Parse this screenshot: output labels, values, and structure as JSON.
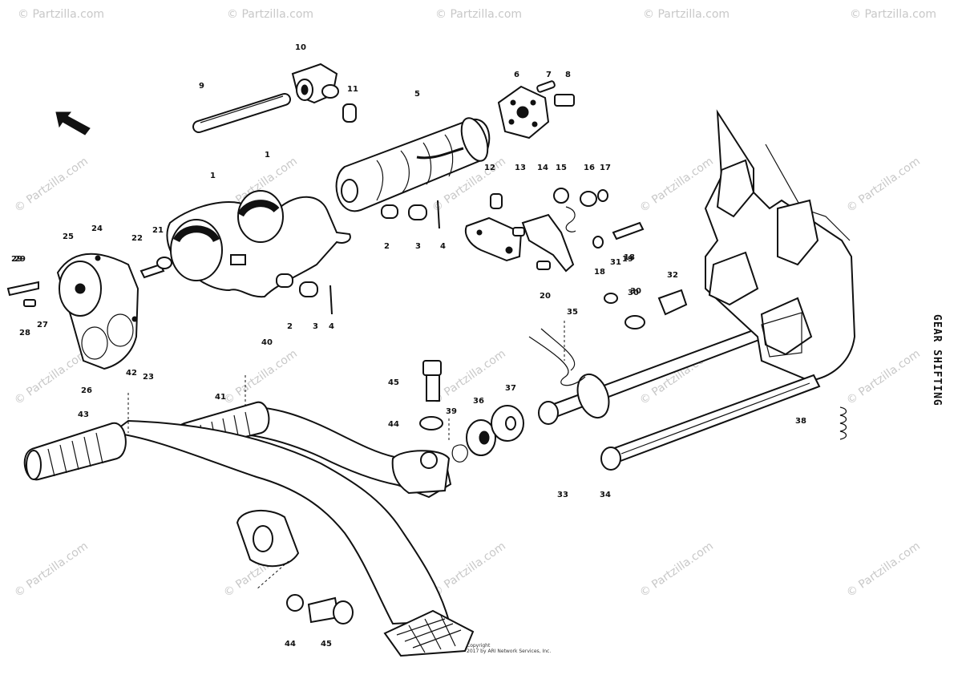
{
  "diagram": {
    "title": "GEAR SHIFTING",
    "copyright_line1": "Copyright",
    "copyright_line2": "2017 by ARI Network Services, Inc.",
    "watermark_text": "© Partzilla.com",
    "ink_color": "#111111",
    "watermark_color": "#c8c8c8",
    "callouts": [
      {
        "id": "c1",
        "text": "1"
      },
      {
        "id": "c2",
        "text": "1"
      },
      {
        "id": "c3",
        "text": "2"
      },
      {
        "id": "c4",
        "text": "3"
      },
      {
        "id": "c5",
        "text": "4"
      },
      {
        "id": "c6",
        "text": "2"
      },
      {
        "id": "c7",
        "text": "3"
      },
      {
        "id": "c8",
        "text": "4"
      },
      {
        "id": "c9",
        "text": "5"
      },
      {
        "id": "c10",
        "text": "6"
      },
      {
        "id": "c11",
        "text": "7"
      },
      {
        "id": "c12",
        "text": "8"
      },
      {
        "id": "c13",
        "text": "9"
      },
      {
        "id": "c14",
        "text": "10"
      },
      {
        "id": "c15",
        "text": "11"
      },
      {
        "id": "c16",
        "text": "12"
      },
      {
        "id": "c17",
        "text": "13"
      },
      {
        "id": "c18",
        "text": "14"
      },
      {
        "id": "c19",
        "text": "15"
      },
      {
        "id": "c20",
        "text": "16"
      },
      {
        "id": "c21",
        "text": "17"
      },
      {
        "id": "c22",
        "text": "18"
      },
      {
        "id": "c23",
        "text": "19"
      },
      {
        "id": "c24",
        "text": "20"
      },
      {
        "id": "c25",
        "text": "21"
      },
      {
        "id": "c26",
        "text": "22"
      },
      {
        "id": "c27",
        "text": "23"
      },
      {
        "id": "c28",
        "text": "24"
      },
      {
        "id": "c29",
        "text": "25"
      },
      {
        "id": "c30",
        "text": "26"
      },
      {
        "id": "c31",
        "text": "27"
      },
      {
        "id": "c32",
        "text": "28"
      },
      {
        "id": "c33",
        "text": "29"
      },
      {
        "id": "c34",
        "text": "30"
      },
      {
        "id": "c35",
        "text": "31"
      },
      {
        "id": "c36",
        "text": "32"
      },
      {
        "id": "c37",
        "text": "33"
      },
      {
        "id": "c38",
        "text": "34"
      },
      {
        "id": "c39",
        "text": "35"
      },
      {
        "id": "c40",
        "text": "36"
      },
      {
        "id": "c41",
        "text": "37"
      },
      {
        "id": "c42",
        "text": "38"
      },
      {
        "id": "c43",
        "text": "39"
      },
      {
        "id": "c44",
        "text": "40"
      },
      {
        "id": "c45",
        "text": "41"
      },
      {
        "id": "c46",
        "text": "42"
      },
      {
        "id": "c47",
        "text": "43"
      },
      {
        "id": "c48",
        "text": "44"
      },
      {
        "id": "c49",
        "text": "45"
      },
      {
        "id": "c50",
        "text": "44"
      },
      {
        "id": "c51",
        "text": "45"
      },
      {
        "id": "c52",
        "text": "18"
      },
      {
        "id": "c53",
        "text": "30"
      },
      {
        "id": "c54",
        "text": "29"
      }
    ]
  }
}
